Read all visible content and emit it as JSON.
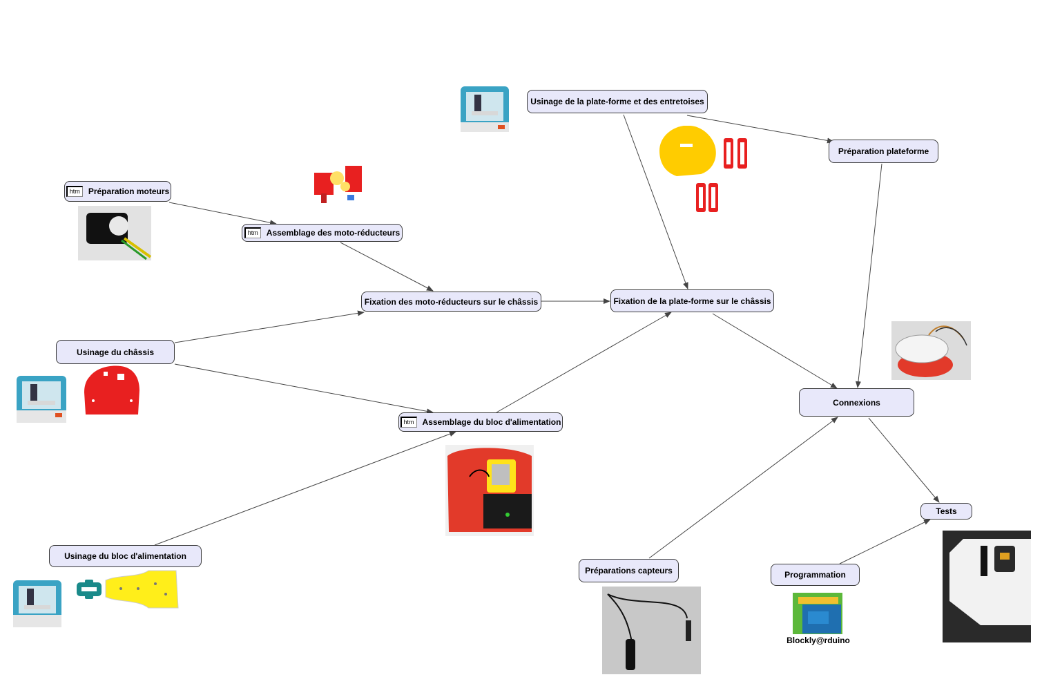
{
  "nodes": {
    "prep_moteurs": {
      "label": "Préparation moteurs",
      "icon_text": "htm"
    },
    "assemblage_moto": {
      "label": "Assemblage des moto-réducteurs",
      "icon_text": "htm"
    },
    "fixation_moto": {
      "label": "Fixation des moto-réducteurs sur le châssis"
    },
    "usinage_chassis": {
      "label": "Usinage du châssis"
    },
    "usinage_plateforme": {
      "label": "Usinage de la plate-forme et des entretoises"
    },
    "prep_plateforme": {
      "label": "Préparation plateforme"
    },
    "fixation_plateforme": {
      "label": "Fixation de la plate-forme sur le châssis"
    },
    "assemblage_bloc": {
      "label": "Assemblage du bloc d'alimentation",
      "icon_text": "htm"
    },
    "usinage_bloc": {
      "label": "Usinage du bloc d'alimentation"
    },
    "connexions": {
      "label": "Connexions"
    },
    "tests": {
      "label": "Tests"
    },
    "prep_capteurs": {
      "label": "Préparations capteurs"
    },
    "programmation": {
      "label": "Programmation"
    }
  },
  "images": {
    "blockly_caption": "Blockly@rduino"
  },
  "edges": [
    [
      "prep_moteurs",
      "assemblage_moto"
    ],
    [
      "assemblage_moto",
      "fixation_moto"
    ],
    [
      "usinage_chassis",
      "fixation_moto"
    ],
    [
      "usinage_chassis",
      "assemblage_bloc"
    ],
    [
      "fixation_moto",
      "fixation_plateforme"
    ],
    [
      "usinage_plateforme",
      "fixation_plateforme"
    ],
    [
      "usinage_plateforme",
      "prep_plateforme"
    ],
    [
      "prep_plateforme",
      "connexions"
    ],
    [
      "fixation_plateforme",
      "connexions"
    ],
    [
      "assemblage_bloc",
      "fixation_plateforme"
    ],
    [
      "usinage_bloc",
      "assemblage_bloc"
    ],
    [
      "prep_capteurs",
      "connexions"
    ],
    [
      "connexions",
      "tests"
    ],
    [
      "programmation",
      "tests"
    ]
  ],
  "colors": {
    "node_fill": "#e8e8fa",
    "node_border": "#3a3a3a",
    "edge": "#444444",
    "part_red": "#e82020",
    "part_yellow": "#ffcc00",
    "part_teal": "#1a8a8a"
  }
}
